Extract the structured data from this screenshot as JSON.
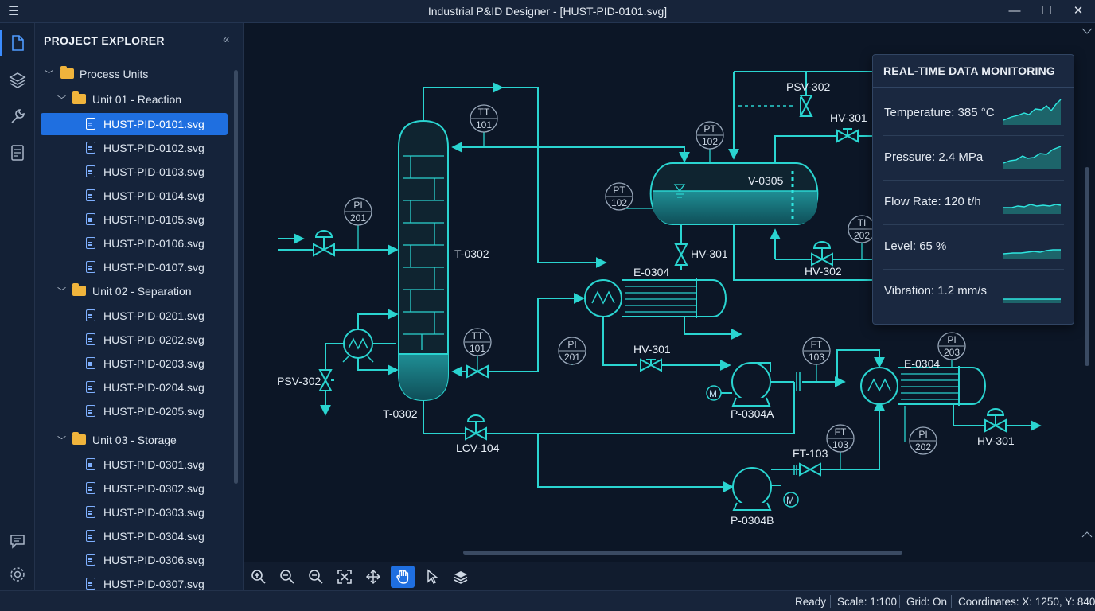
{
  "window": {
    "title": "Industrial P&ID Designer - [HUST-PID-0101.svg]",
    "minimize": "—",
    "maximize": "☐",
    "close": "✕"
  },
  "activity_bar": [
    "files-icon",
    "layers-icon",
    "wrench-icon",
    "document-icon",
    "chat-icon",
    "gear-icon"
  ],
  "explorer": {
    "title": "PROJECT EXPLORER",
    "collapse_glyph": "«",
    "root": "Process Units",
    "units": [
      {
        "label": "Unit 01 - Reaction",
        "files": [
          "HUST-PID-0101.svg",
          "HUST-PID-0102.svg",
          "HUST-PID-0103.svg",
          "HUST-PID-0104.svg",
          "HUST-PID-0105.svg",
          "HUST-PID-0106.svg",
          "HUST-PID-0107.svg"
        ]
      },
      {
        "label": "Unit 02 - Separation",
        "files": [
          "HUST-PID-0201.svg",
          "HUST-PID-0202.svg",
          "HUST-PID-0203.svg",
          "HUST-PID-0204.svg",
          "HUST-PID-0205.svg"
        ]
      },
      {
        "label": "Unit 03 - Storage",
        "files": [
          "HUST-PID-0301.svg",
          "HUST-PID-0302.svg",
          "HUST-PID-0303.svg",
          "HUST-PID-0304.svg",
          "HUST-PID-0306.svg",
          "HUST-PID-0307.svg"
        ]
      }
    ],
    "selected": "HUST-PID-0101.svg"
  },
  "diagram": {
    "labels": {
      "column_right": "T-0302",
      "column_bottom": "T-0302",
      "psv_left": "PSV-302",
      "lcv": "LCV-104",
      "e0304_top": "E-0304",
      "e0304_right": "E-0304",
      "hv_mid": "HV-301",
      "hv_vessel_below": "HV-301",
      "hv_top_right": "HV-301",
      "hv_bottom_right": "HV-301",
      "hv_302": "HV-302",
      "psv_top": "PSV-302",
      "v0305": "V-0305",
      "p0304a": "P-0304A",
      "p0304b": "P-0304B",
      "ft103_valve": "FT-103"
    },
    "instruments": [
      {
        "tag": "TT",
        "num": "101"
      },
      {
        "tag": "PI",
        "num": "201"
      },
      {
        "tag": "TT",
        "num": "101"
      },
      {
        "tag": "PT",
        "num": "102"
      },
      {
        "tag": "PT",
        "num": "102"
      },
      {
        "tag": "TI",
        "num": "202"
      },
      {
        "tag": "PI",
        "num": "201"
      },
      {
        "tag": "FT",
        "num": "103"
      },
      {
        "tag": "PI",
        "num": "203"
      },
      {
        "tag": "FT",
        "num": "103"
      },
      {
        "tag": "PI",
        "num": "202"
      }
    ],
    "motor_letter": "M"
  },
  "monitor": {
    "title": "REAL-TIME DATA MONITORING",
    "rows": [
      {
        "label": "Temperature: 385 °C"
      },
      {
        "label": "Pressure: 2.4 MPa"
      },
      {
        "label": "Flow Rate: 120 t/h"
      },
      {
        "label": "Level: 65 %"
      },
      {
        "label": "Vibration: 1.2 mm/s"
      }
    ],
    "accent": "#2ee6e0"
  },
  "toolbar": [
    "zoom-in-icon",
    "zoom-out-icon",
    "zoom-out-alt-icon",
    "fit-screen-icon",
    "pan-move-icon",
    "hand-tool-icon",
    "select-pointer-icon",
    "layers-icon"
  ],
  "status": {
    "state": "Ready",
    "scale": "Scale: 1:100",
    "grid": "Grid: On",
    "coords": "Coordinates: X: 1250, Y: 840"
  },
  "colors": {
    "pipe": "#2ad4d0",
    "selected": "#1f6fe0",
    "background": "#0c1626"
  }
}
